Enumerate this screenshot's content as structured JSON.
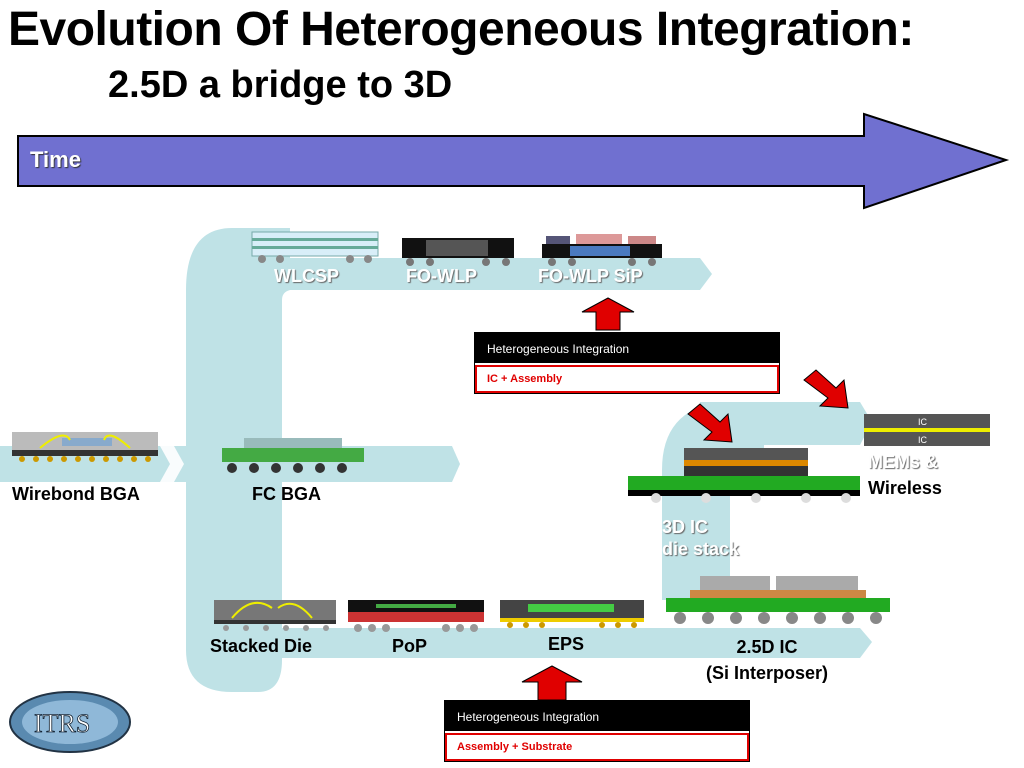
{
  "title": "Evolution Of Heterogeneous Integration:",
  "subtitle": "2.5D a bridge to 3D",
  "time_arrow": {
    "label": "Time",
    "color": "#7070d0"
  },
  "packages": {
    "wlcsp": "WLCSP",
    "fo_wlp": "FO-WLP",
    "fo_wlp_sip": "FO-WLP SiP",
    "wirebond_bga": "Wirebond BGA",
    "fc_bga": "FC BGA",
    "stacked_die": "Stacked Die",
    "pop": "PoP",
    "eps": "EPS",
    "ic_25d_line1": "2.5D IC",
    "ic_25d_line2": "(Si Interposer)",
    "ic_3d_line1": "3D IC",
    "ic_3d_line2": "die stack",
    "mems_line1": "MEMs &",
    "mems_line2": "Wireless",
    "ic_chip_top": "IC",
    "ic_chip_bottom": "IC"
  },
  "hi_box_top": {
    "header": "Heterogeneous Integration",
    "body": "IC + Assembly"
  },
  "hi_box_bottom": {
    "header": "Heterogeneous Integration",
    "body": "Assembly + Substrate"
  },
  "logo_text": "ITRS",
  "colors": {
    "path": "#bfe2e6",
    "arrow_red": "#e00000",
    "accent_red": "#e00000"
  }
}
